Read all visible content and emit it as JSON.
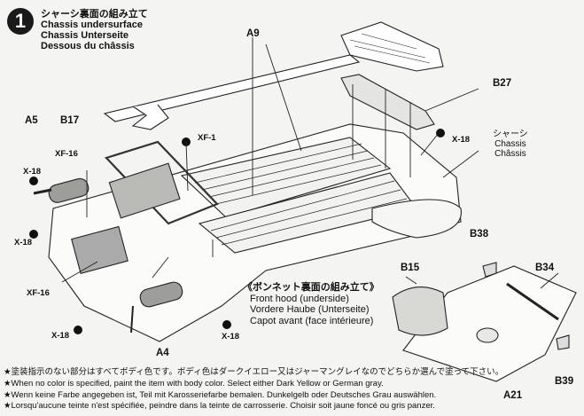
{
  "step": {
    "number": "1"
  },
  "title": {
    "jp": "シャーシ裏面の組み立て",
    "en": "Chassis undersurface",
    "de": "Chassis Unterseite",
    "fr": "Dessous du châssis"
  },
  "parts": {
    "a9": "A9",
    "b27": "B27",
    "a5": "A5",
    "b17": "B17",
    "xf1": "XF-1",
    "xf16_top": "XF-16",
    "xf16_bottom": "XF-16",
    "x18_right": "X-18",
    "x18_left1": "X-18",
    "x18_left2": "X-18",
    "x18_bottom_left": "X-18",
    "x18_bottom_center": "X-18",
    "a4": "A4",
    "b38": "B38",
    "b15": "B15",
    "b34": "B34",
    "a21": "A21",
    "b39": "B39"
  },
  "chassis_label": {
    "jp": "シャーシ",
    "en": "Chassis",
    "fr": "Châssis"
  },
  "hood_title": {
    "jp": "《ボンネット裏面の組み立て》",
    "en": "Front hood (underside)",
    "de": "Vordere Haube (Unterseite)",
    "fr": "Capot avant (face intérieure)"
  },
  "notes": {
    "jp": "★塗装指示のない部分はすべてボディ色です。ボディ色はダークイエロー又はジャーマングレイなのでどちらか選んで塗って下さい。",
    "en": "★When no color is specified, paint the item with body color. Select either Dark Yellow or German gray.",
    "de": "★Wenn keine Farbe angegeben ist, Teil mit Karosseriefarbe bemalen. Dunkelgelb oder Deutsches Grau auswählen.",
    "fr": "★Lorsqu'aucune teinte n'est spécifiée, peindre dans la teinte de carrosserie. Choisir soit jaune foncé ou gris panzer."
  }
}
